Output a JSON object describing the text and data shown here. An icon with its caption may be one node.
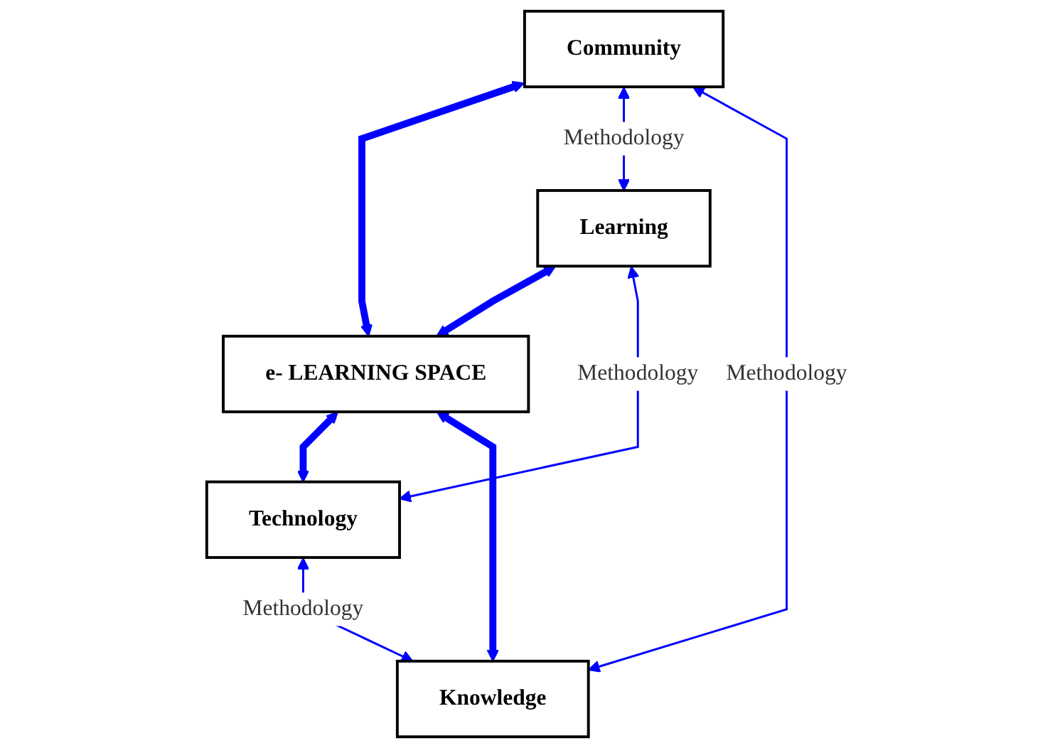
{
  "diagram": {
    "nodes": [
      {
        "text": [
          "Learning"
        ]
      },
      {
        "text": [
          "Community"
        ]
      },
      {
        "text": [
          "e- LEARNING SPACE"
        ]
      },
      {
        "text": [
          "Technology"
        ]
      },
      {
        "text": [
          "Knowledge"
        ]
      }
    ],
    "edges": [
      {
        "from": 0,
        "to": 2,
        "arrow": "both",
        "style": "thick"
      },
      {
        "from": 1,
        "to": 2,
        "arrow": "both",
        "style": "thick"
      },
      {
        "from": 2,
        "to": 3,
        "arrow": "both",
        "style": "thick"
      },
      {
        "from": 2,
        "to": 4,
        "arrow": "both",
        "style": "thick"
      },
      {
        "from": 1,
        "to": 0,
        "arrow": "both",
        "label": "Methodology"
      },
      {
        "from": 0,
        "to": 3,
        "arrow": "both",
        "label": "Methodology"
      },
      {
        "from": 1,
        "to": 4,
        "arrow": "both",
        "label": "Methodology"
      },
      {
        "from": 3,
        "to": 4,
        "arrow": "both",
        "label": "Methodology"
      }
    ]
  }
}
